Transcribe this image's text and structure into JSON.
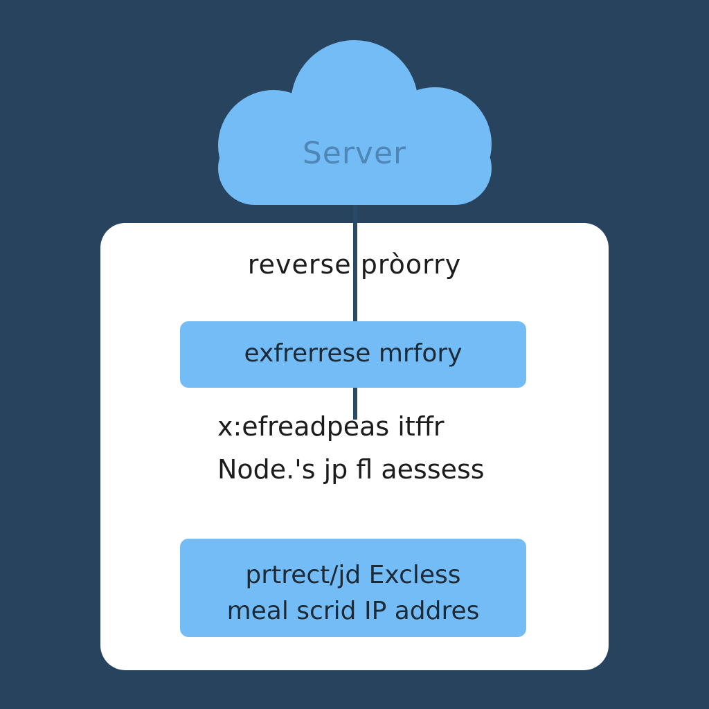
{
  "diagram": {
    "cloud": {
      "label": "Server",
      "fill": "#74bcf5",
      "label_color": "#4e86b6"
    },
    "card": {
      "title": "reverse  pròorry",
      "box_one": {
        "text": "exfrerrese mrfory"
      },
      "plain_lines": [
        "x:efreadpeas itffr",
        "Node.'s jp fl  aessess"
      ],
      "box_two": {
        "lines": [
          "prtrect/jd Excless",
          "meal scrid IP  addres"
        ]
      }
    },
    "colors": {
      "background": "#27435e",
      "card": "#ffffff",
      "box": "#74bcf5",
      "connector": "#2b4a68"
    }
  }
}
